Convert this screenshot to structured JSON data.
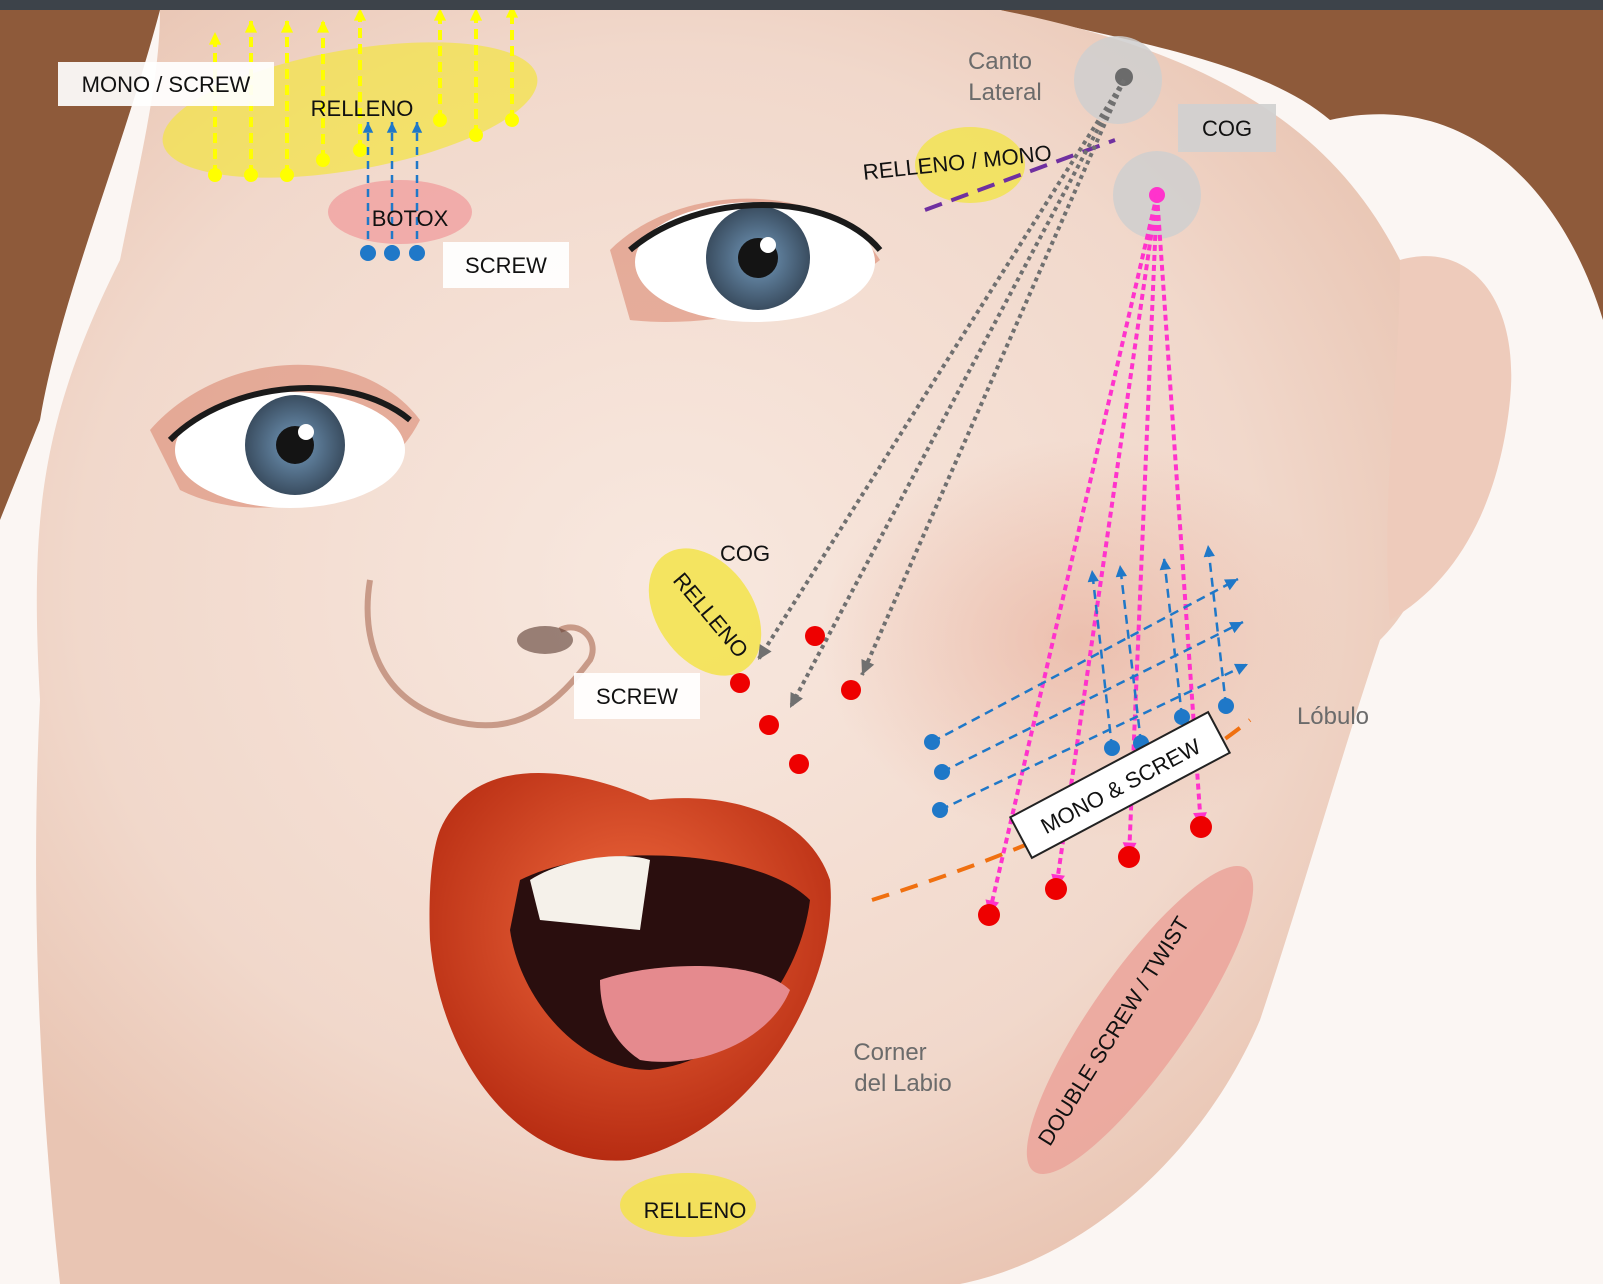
{
  "labels": {
    "mono_screw_forehead": "MONO / SCREW",
    "relleno_forehead": "RELLENO",
    "botox": "BOTOX",
    "screw_glabella": "SCREW",
    "canto_lateral_line1": "Canto",
    "canto_lateral_line2": "Lateral",
    "cog_temple": "COG",
    "relleno_mono": "RELLENO / MONO",
    "cog_nose": "COG",
    "relleno_nasolabial": "RELLENO",
    "screw_nose": "SCREW",
    "lobulo": "Lóbulo",
    "mono_and_screw": "MONO & SCREW",
    "corner_line1": "Corner",
    "corner_line2": "del Labio",
    "double_screw_twist": "DOUBLE SCREW / TWIST",
    "relleno_chin": "RELLENO"
  },
  "colors": {
    "yellow_arrow": "#ffff00",
    "yellow_zone": "#f3e34a",
    "blue_arrow": "#1f78c8",
    "gray_arrow": "#707070",
    "magenta_arrow": "#ff33cc",
    "red_point": "#ee0000",
    "orange_dash": "#f07010",
    "purple_dash": "#7030a0",
    "botox_zone": "#f0a0a0",
    "twist_zone": "#eba39a",
    "skin": "#f3e0d6",
    "hair": "#8e5a3a",
    "lips": "#d8401f"
  },
  "icons": [
    "arrow-up-icon",
    "arrow-down-icon",
    "arrow-right-icon",
    "point-icon",
    "anchor-circle-icon"
  ]
}
